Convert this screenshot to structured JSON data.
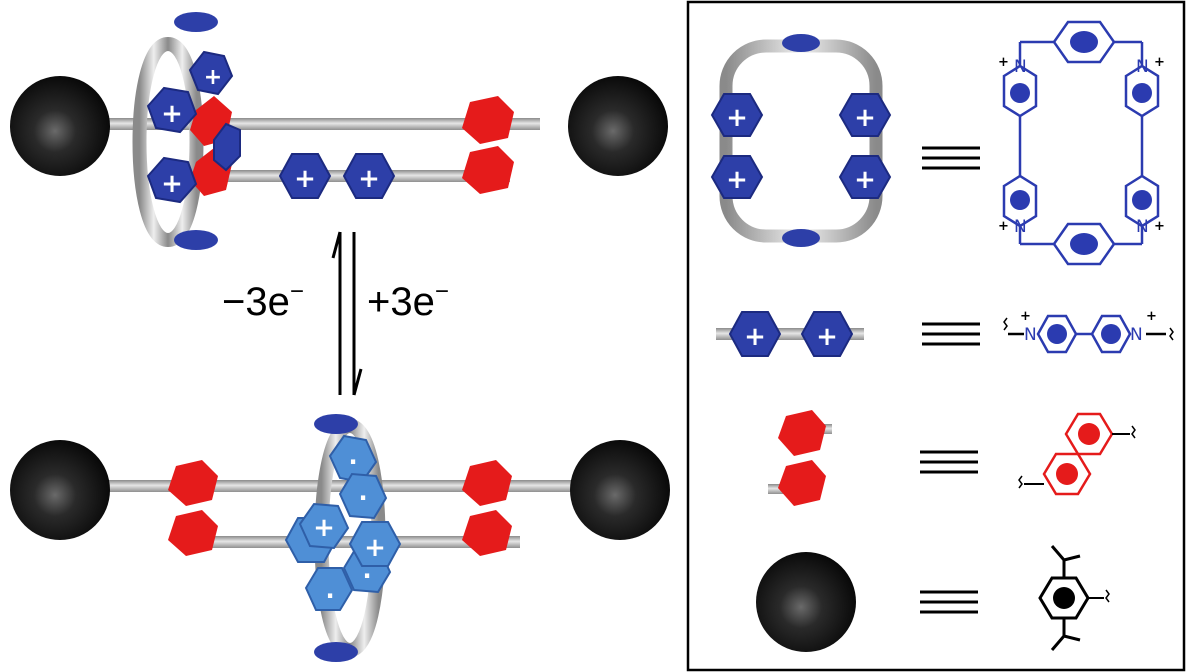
{
  "arrows": {
    "oxidation": {
      "sign": "−3e",
      "sup": "−"
    },
    "reduction": {
      "sign": "+3e",
      "sup": "−"
    }
  },
  "plus_sign": "+",
  "radical_dot": "·",
  "structure_labels": {
    "nitrogen": "N",
    "positive": "+"
  },
  "equivalence_symbol": "≡",
  "colors": {
    "stopper": "#111111",
    "rod": "#b9b9b9",
    "viologen_blue": "#2d3fa8",
    "radical_blue": "#4f8fd6",
    "naphthalene_red": "#e51b1b",
    "frame": "#000000"
  }
}
